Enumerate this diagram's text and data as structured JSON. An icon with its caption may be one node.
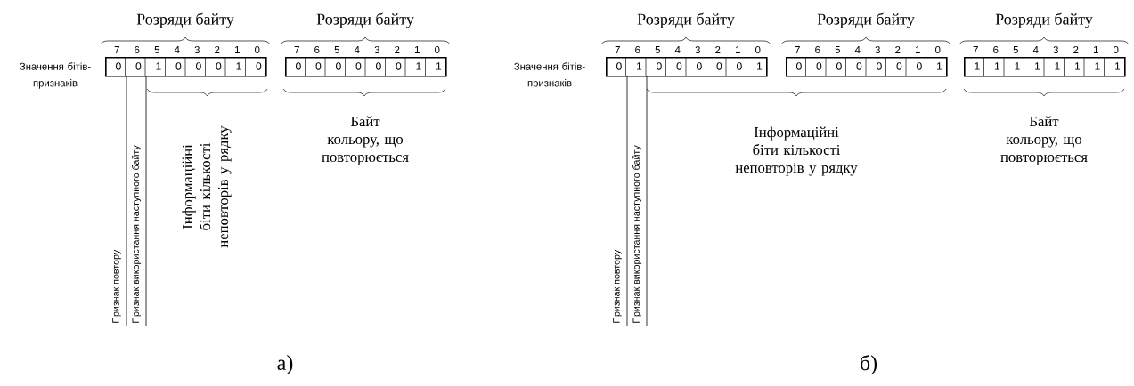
{
  "diagram": {
    "nodes": [
      {
        "text": [
          "0",
          "0",
          "1",
          "0",
          "0",
          "0",
          "1",
          "0"
        ]
      },
      {
        "text": [
          "0",
          "0",
          "0",
          "0",
          "0",
          "0",
          "1",
          "1"
        ]
      },
      {
        "text": [
          "0",
          "1",
          "0",
          "0",
          "0",
          "0",
          "0",
          "1"
        ]
      },
      {
        "text": [
          "0",
          "0",
          "0",
          "0",
          "0",
          "0",
          "0",
          "1"
        ]
      },
      {
        "text": [
          "1",
          "1",
          "1",
          "1",
          "1",
          "1",
          "1",
          "1"
        ]
      }
    ],
    "labels": [
      "Розряди байту",
      "Розряди байту",
      "7",
      "6",
      "5",
      "4",
      "3",
      "2",
      "1",
      "0",
      "7",
      "6",
      "5",
      "4",
      "3",
      "2",
      "1",
      "0",
      "Значення бітів-признаків",
      "Признак повтору",
      "Признак використання наступного байту",
      "Інформаційні біти кількості неповторів у рядку",
      "Байт кольору, що повторюється",
      "а)",
      "Розряди байту",
      "Розряди байту",
      "Розряди байту",
      "7",
      "6",
      "5",
      "4",
      "3",
      "2",
      "1",
      "0",
      "7",
      "6",
      "5",
      "4",
      "3",
      "2",
      "1",
      "0",
      "7",
      "6",
      "5",
      "4",
      "3",
      "2",
      "1",
      "0",
      "Значення бітів-признаків",
      "Признак повтору",
      "Признак використання наступного байту",
      "Інформаційні біти кількості неповторів у рядку",
      "Байт кольору, що повторюється",
      "б)"
    ]
  }
}
